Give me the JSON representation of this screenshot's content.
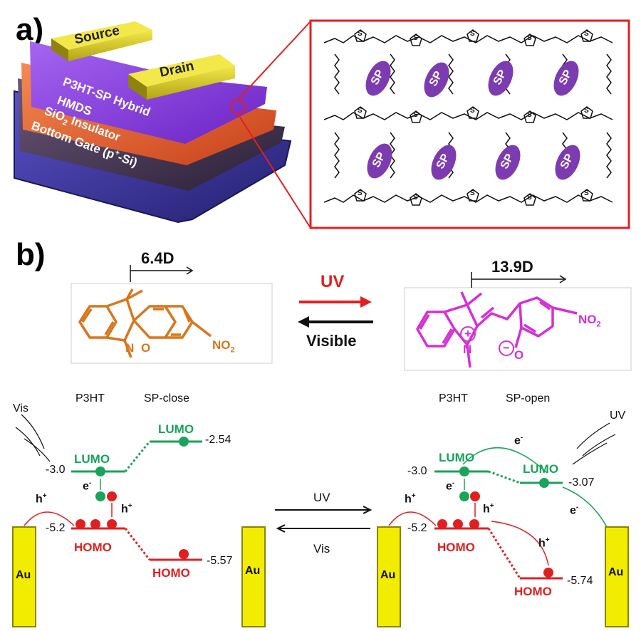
{
  "panel_a": {
    "label": "a)",
    "device_layers": {
      "source": "Source",
      "drain": "Drain",
      "hybrid": "P3HT-SP Hybrid",
      "hmds": "HMDS",
      "insulator_main": "SiO",
      "insulator_sub": "2",
      "insulator_rest": " Insulator",
      "gate_main": "Bottom Gate (p",
      "gate_sup": "+",
      "gate_rest": "-Si)"
    },
    "zoom": {
      "sp_label": "SP",
      "thiophene_s": "S"
    },
    "colors": {
      "hybrid": "#7a2fd6",
      "hmds": "#e0562a",
      "insulator": "#3b2a4f",
      "gate": "#2f2a8f",
      "electrode": "#cfc320",
      "zoom_border": "#e02020",
      "sp": "#7d3bb0"
    }
  },
  "panel_b": {
    "label": "b)",
    "closed_dipole": "6.4D",
    "open_dipole": "13.9D",
    "uv_label": "UV",
    "visible_label": "Visible",
    "closed_no2": "NO",
    "closed_no2_sub": "2",
    "open_no2": "NO",
    "open_no2_sub": "2",
    "n_label": "N",
    "o_label": "O",
    "plus_sign": "+",
    "minus_sign": "−",
    "colors": {
      "closed": "#d9761c",
      "open": "#d62fd6",
      "uv_arrow": "#e02020"
    }
  },
  "energy": {
    "left": {
      "col1": "P3HT",
      "col2": "SP-close",
      "vis": "Vis",
      "lumo1": "LUMO",
      "lumo2": "LUMO",
      "homo1": "HOMO",
      "homo2": "HOMO",
      "v_lumo1": "-3.0",
      "v_lumo2": "-2.54",
      "v_homo1": "-5.2",
      "v_homo2": "-5.57",
      "electron": "e",
      "electron_sup": "-",
      "hole": "h",
      "hole_sup": "+",
      "hole2": "h",
      "hole2_sup": "+",
      "au1": "Au",
      "au2": "Au"
    },
    "middle": {
      "uv": "UV",
      "vis": "Vis"
    },
    "right": {
      "col1": "P3HT",
      "col2": "SP-open",
      "uv": "UV",
      "lumo1": "LUMO",
      "lumo2": "LUMO",
      "homo1": "HOMO",
      "homo2": "HOMO",
      "v_lumo1": "-3.0",
      "v_lumo2": "-3.07",
      "v_homo1": "-5.2",
      "v_homo2": "-5.74",
      "electron_top": "e",
      "electron_top_sup": "-",
      "electron": "e",
      "electron_sup": "-",
      "electron_right": "e",
      "electron_right_sup": "-",
      "hole": "h",
      "hole_sup": "+",
      "hole2": "h",
      "hole2_sup": "+",
      "hole3": "h",
      "hole3_sup": "+",
      "au1": "Au",
      "au2": "Au"
    },
    "colors": {
      "lumo": "#1aa35a",
      "homo": "#e02020",
      "au": "#f2ec00"
    }
  }
}
